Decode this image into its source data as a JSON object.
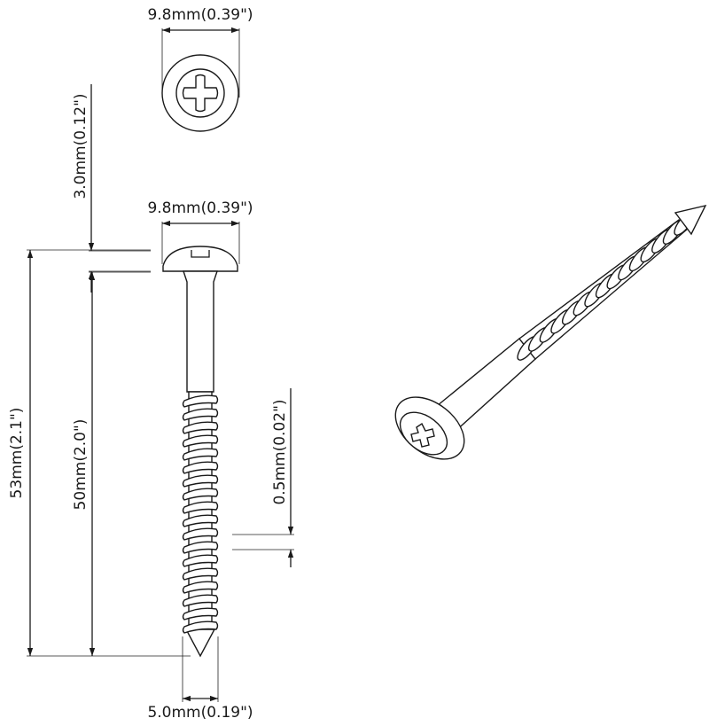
{
  "dimensions": {
    "top_head_diameter": "9.8mm(0.39\")",
    "side_head_diameter": "9.8mm(0.39\")",
    "head_height": "3.0mm(0.12\")",
    "total_length": "53mm(2.1\")",
    "shank_length": "50mm(2.0\")",
    "thread_depth": "0.5mm(0.02\")",
    "thread_diameter": "5.0mm(0.19\")"
  },
  "colors": {
    "line": "#1a1a1a",
    "background": "#ffffff"
  }
}
